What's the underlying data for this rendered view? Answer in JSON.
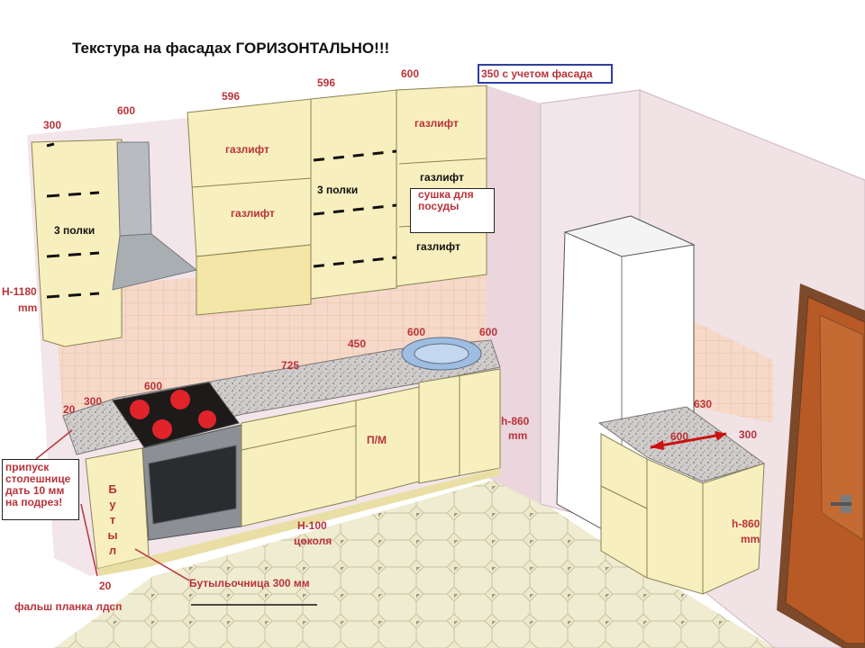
{
  "title": "Текстура на фасадах ГОРИЗОНТАЛЬНО!!!",
  "colors": {
    "wall": "#f3e6ea",
    "wall_shade": "#ead6dc",
    "floor": "#ece8c8",
    "facade": "#f8efbe",
    "tile": "#f6d9c8",
    "countertop": "#c9c6c4",
    "hood": "#a9aeb3",
    "door": "#b75a26",
    "accent_red": "#b8333a",
    "box_blue": "#2f3e9e"
  },
  "dimensions": {
    "d300_top": "300",
    "d600_a": "600",
    "d596_a": "596",
    "d596_b": "596",
    "d600_b": "600",
    "d350_facade": "350 с учетом фасада",
    "d_h1180": "H-1180",
    "d_mm_left": "mm",
    "d725": "725",
    "d450": "450",
    "d600_sink": "600",
    "d600_right": "600",
    "d600_hob": "600",
    "d300_bottom": "300",
    "d20_top": "20",
    "d20_bottom": "20",
    "d_h860_mid": "h-860",
    "d_mm_mid": "mm",
    "d_h100": "H-100",
    "d_plinth": "цоколя",
    "d630": "630",
    "d600_corner": "600",
    "d300_corner": "300",
    "d_h860_right": "h-860",
    "d_mm_right": "mm"
  },
  "labels": {
    "shelves3_left": "3 полки",
    "gaslift_1": "газлифт",
    "gaslift_2": "газлифт",
    "shelves3_mid": "3 полки",
    "gaslift_3": "газлифт",
    "gaslift_4": "газлифт",
    "gaslift_5": "газлифт",
    "dish_dryer": "сушка для посуды",
    "dishwasher": "П/М",
    "bottle_vertical": "Бутылочница",
    "bottle_holder": "Бутыльочница 300 мм",
    "countertop_allowance": "припуск столешнице дать 10 мм на подрез!",
    "false_panel": "фальш планка лдсп"
  }
}
